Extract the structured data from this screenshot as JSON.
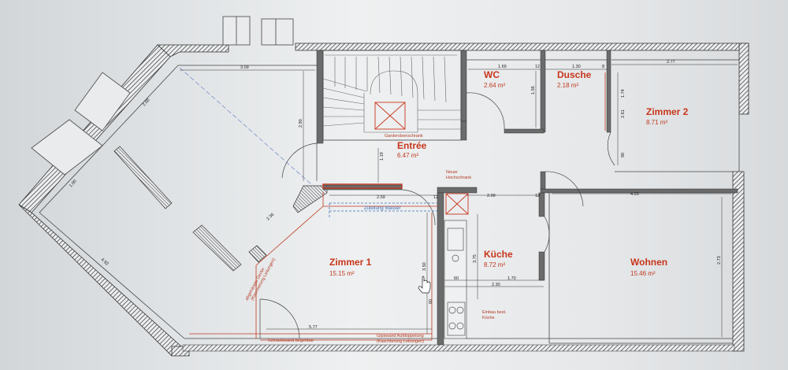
{
  "rooms": {
    "wc": {
      "name": "WC",
      "area": "2.64 m²"
    },
    "dusche": {
      "name": "Dusche",
      "area": "2.18 m²"
    },
    "zimmer2": {
      "name": "Zimmer 2",
      "area": "8.71 m²"
    },
    "entree": {
      "name": "Entrée",
      "area": "6.47 m²"
    },
    "zimmer1": {
      "name": "Zimmer 1",
      "area": "15.15 m²"
    },
    "kueche": {
      "name": "Küche",
      "area": "8.72 m²"
    },
    "wohnen": {
      "name": "Wohnen",
      "area": "15.46 m²"
    }
  },
  "notes": {
    "garderobe": "Garderobenschrank",
    "hochschrank_1": "Neuer",
    "hochschrank_2": "Hochschrank",
    "zuleitung": "Zuleitung Wasser",
    "abgehaengt_1": "abgehängte Decke",
    "abgehaengt_2": "(Kaschierung Leitungen)",
    "schrankwand": "Schrankwand begehbar",
    "gipswand_1": "Gipswand Aufdoppelung",
    "gipswand_2": "(Kaschierung Leitungen)",
    "einbau_1": "Einbau best.",
    "einbau_2": "Küche"
  },
  "dims": {
    "d309": "3.09",
    "d169": "1.69",
    "d12a": "12",
    "d130": "1.30",
    "d8": "8",
    "d277": "2.77",
    "d290": "2.90",
    "d200": "2.00",
    "d156": "1.56",
    "d174": "1.74",
    "d261": "2.61",
    "d90": "90",
    "d119": "1.19",
    "d259": "2.59",
    "d12b": "12",
    "d209": "2.09",
    "d12c": "12",
    "d423": "4.23",
    "d100": "1.00",
    "d236": "2.36",
    "d492": "4.92",
    "d273": "2.73",
    "d350": "3.50",
    "d375": "3.75",
    "d60": "60",
    "d170": "1.70",
    "d230": "2.30",
    "d577": "5.77",
    "d60b": "60"
  },
  "colors": {
    "wall_hatch": "#555555",
    "room_label": "#c8361b",
    "annotation": "#b33a22",
    "water_line": "#3b6fb5"
  }
}
